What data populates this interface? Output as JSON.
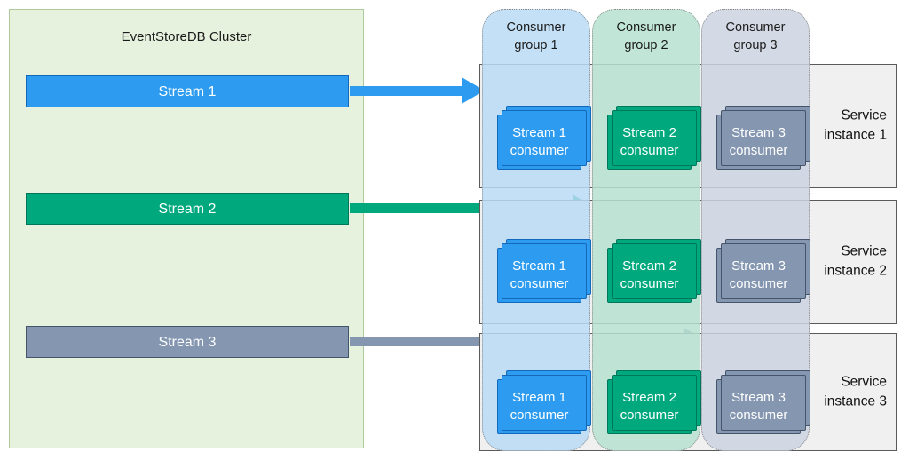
{
  "cluster": {
    "title": "EventStoreDB Cluster",
    "streams": [
      {
        "label": "Stream 1",
        "color": "#2D9CF0"
      },
      {
        "label": "Stream 2",
        "color": "#00A87E"
      },
      {
        "label": "Stream 3",
        "color": "#8496B0"
      }
    ]
  },
  "consumer_groups": [
    {
      "label": "Consumer group 1",
      "color": "#BADBF5"
    },
    {
      "label": "Consumer group 2",
      "color": "#B6E2D1"
    },
    {
      "label": "Consumer group 3",
      "color": "#CDD4E0"
    }
  ],
  "service_instances": [
    {
      "label": "Service instance 1"
    },
    {
      "label": "Service instance 2"
    },
    {
      "label": "Service instance 3"
    }
  ],
  "consumers": [
    {
      "label": "Stream 1 consumer"
    },
    {
      "label": "Stream 2 consumer"
    },
    {
      "label": "Stream 3 consumer"
    }
  ]
}
